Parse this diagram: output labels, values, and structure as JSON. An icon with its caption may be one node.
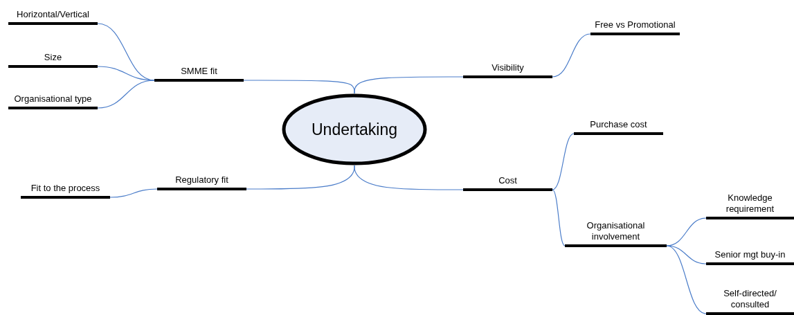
{
  "diagram": {
    "nodes": [
      {
        "text": [
          "Undertaking"
        ]
      },
      {
        "text": [
          "SMME fit"
        ]
      },
      {
        "text": [
          "Horizontal/Vertical"
        ]
      },
      {
        "text": [
          "Size"
        ]
      },
      {
        "text": [
          "Organisational type"
        ]
      },
      {
        "text": [
          "Regulatory fit"
        ]
      },
      {
        "text": [
          "Fit to the process"
        ]
      },
      {
        "text": [
          "Visibility"
        ]
      },
      {
        "text": [
          "Free vs Promotional"
        ]
      },
      {
        "text": [
          "Cost"
        ]
      },
      {
        "text": [
          "Purchase cost"
        ]
      },
      {
        "text": [
          "Organisational involvement"
        ]
      },
      {
        "text": [
          "Knowledge requirement"
        ]
      },
      {
        "text": [
          "Senior mgt buy-in"
        ]
      },
      {
        "text": [
          "Self-directed/ consulted"
        ]
      }
    ],
    "edges": [
      {
        "from": 0,
        "to": 1,
        "arrow": "none"
      },
      {
        "from": 1,
        "to": 2,
        "arrow": "none"
      },
      {
        "from": 1,
        "to": 3,
        "arrow": "none"
      },
      {
        "from": 1,
        "to": 4,
        "arrow": "none"
      },
      {
        "from": 0,
        "to": 5,
        "arrow": "none"
      },
      {
        "from": 5,
        "to": 6,
        "arrow": "none"
      },
      {
        "from": 0,
        "to": 7,
        "arrow": "none"
      },
      {
        "from": 7,
        "to": 8,
        "arrow": "none"
      },
      {
        "from": 0,
        "to": 9,
        "arrow": "none"
      },
      {
        "from": 9,
        "to": 10,
        "arrow": "none"
      },
      {
        "from": 9,
        "to": 11,
        "arrow": "none"
      },
      {
        "from": 11,
        "to": 12,
        "arrow": "none"
      },
      {
        "from": 11,
        "to": 13,
        "arrow": "none"
      },
      {
        "from": 11,
        "to": 14,
        "arrow": "none"
      }
    ]
  }
}
